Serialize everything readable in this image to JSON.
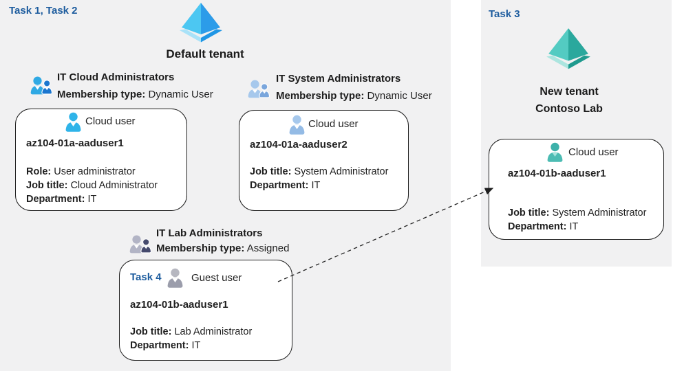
{
  "labels": {
    "task12": "Task 1, Task 2",
    "task3": "Task 3",
    "task4": "Task 4"
  },
  "tenants": {
    "default_name": "Default tenant",
    "new_name_line1": "New tenant",
    "new_name_line2": "Contoso Lab"
  },
  "groups": [
    {
      "title": "IT Cloud Administrators",
      "membership_label": "Membership type:",
      "membership_value": "Dynamic User"
    },
    {
      "title": "IT System Administrators",
      "membership_label": "Membership type:",
      "membership_value": "Dynamic User"
    },
    {
      "title": "IT Lab Administrators",
      "membership_label": "Membership type:",
      "membership_value": "Assigned"
    }
  ],
  "cards": [
    {
      "type_label": "Cloud user",
      "name": "az104-01a-aaduser1",
      "fields": [
        {
          "label": "Role:",
          "value": "User administrator"
        },
        {
          "label": "Job title:",
          "value": "Cloud Administrator"
        },
        {
          "label": "Department:",
          "value": "IT"
        }
      ]
    },
    {
      "type_label": "Cloud user",
      "name": "az104-01a-aaduser2",
      "fields": [
        {
          "label": "Job title:",
          "value": "System Administrator"
        },
        {
          "label": "Department:",
          "value": "IT"
        }
      ]
    },
    {
      "type_label": "Guest user",
      "name": "az104-01b-aaduser1",
      "fields": [
        {
          "label": "Job title:",
          "value": "Lab Administrator"
        },
        {
          "label": "Department:",
          "value": "IT"
        }
      ]
    },
    {
      "type_label": "Cloud user",
      "name": "az104-01b-aaduser1",
      "fields": [
        {
          "label": "Job title:",
          "value": "System Administrator"
        },
        {
          "label": "Department:",
          "value": "IT"
        }
      ]
    }
  ],
  "icons": {
    "tenant_default": "azure-ad-tenant-icon-blue",
    "tenant_new": "azure-ad-tenant-icon-teal",
    "group": "group-people-icon",
    "cloud_user": "person-icon",
    "guest_user": "person-icon-gray",
    "arrow": "dashed-invite-arrow"
  },
  "colors": {
    "task_label_blue": "#1d5c9e",
    "panel_bg": "#f1f1f2",
    "card_border": "#1f1f1f",
    "aad_blue_light": "#4cc7f2",
    "aad_blue_dark": "#2c9ce9",
    "aad_teal_light": "#53cbc2",
    "aad_teal_dark": "#2aa89d",
    "cloud_user_cyan": "#2fb4e9",
    "cloud_user_steel": "#94bbe5",
    "guest_user_gray": "#9b9dab",
    "cloud_user_teal": "#4cbcb3"
  }
}
